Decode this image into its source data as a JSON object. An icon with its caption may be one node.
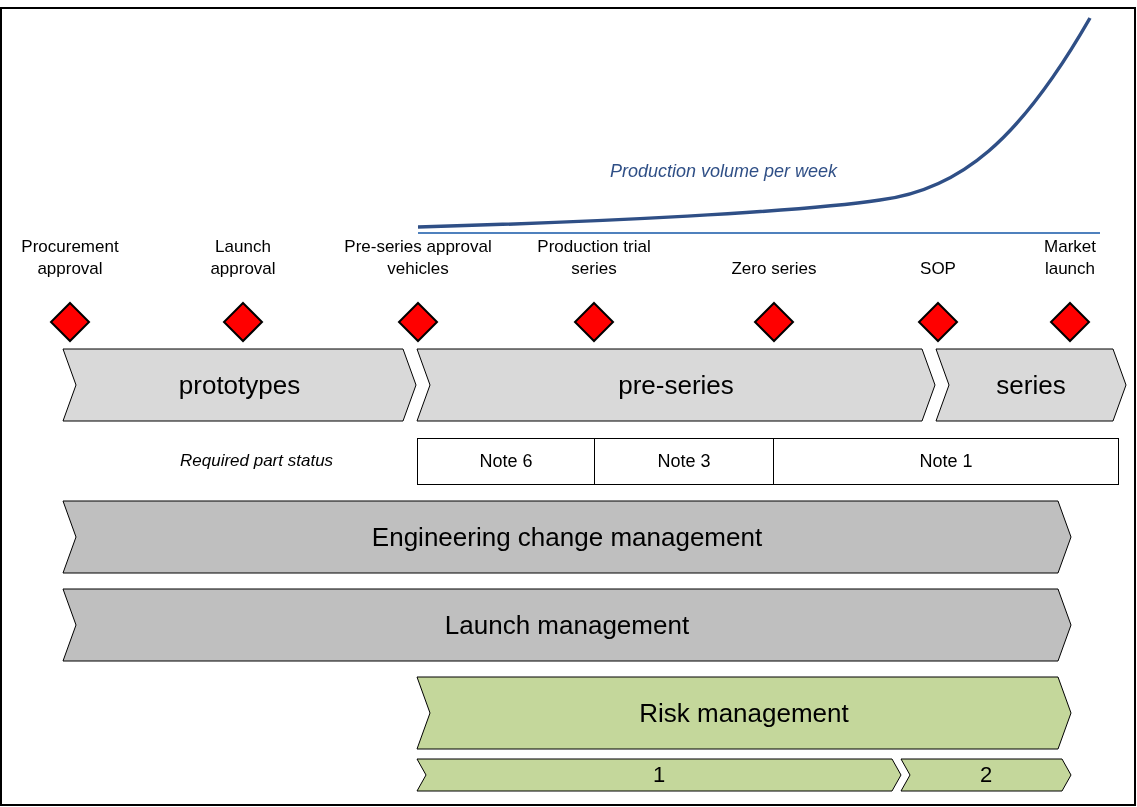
{
  "diagram": {
    "nodes": [
      {
        "text": [
          "Procurement approval"
        ]
      },
      {
        "text": [
          "Launch approval"
        ]
      },
      {
        "text": [
          "Pre-series approval vehicles"
        ]
      },
      {
        "text": [
          "Production trial series"
        ]
      },
      {
        "text": [
          "Zero series"
        ]
      },
      {
        "text": [
          "SOP"
        ]
      },
      {
        "text": [
          "Market launch"
        ]
      },
      {
        "text": [
          "prototypes"
        ]
      },
      {
        "text": [
          "pre-series"
        ]
      },
      {
        "text": [
          "series"
        ]
      },
      {
        "text": [
          "Engineering change management"
        ]
      },
      {
        "text": [
          "Launch management"
        ]
      },
      {
        "text": [
          "Risk management"
        ]
      },
      {
        "text": [
          "1"
        ]
      },
      {
        "text": [
          "2"
        ]
      }
    ],
    "edges": [],
    "labels": [
      "Production volume per week",
      "Required part status",
      "Note 6",
      "Note 3",
      "Note 1"
    ]
  }
}
